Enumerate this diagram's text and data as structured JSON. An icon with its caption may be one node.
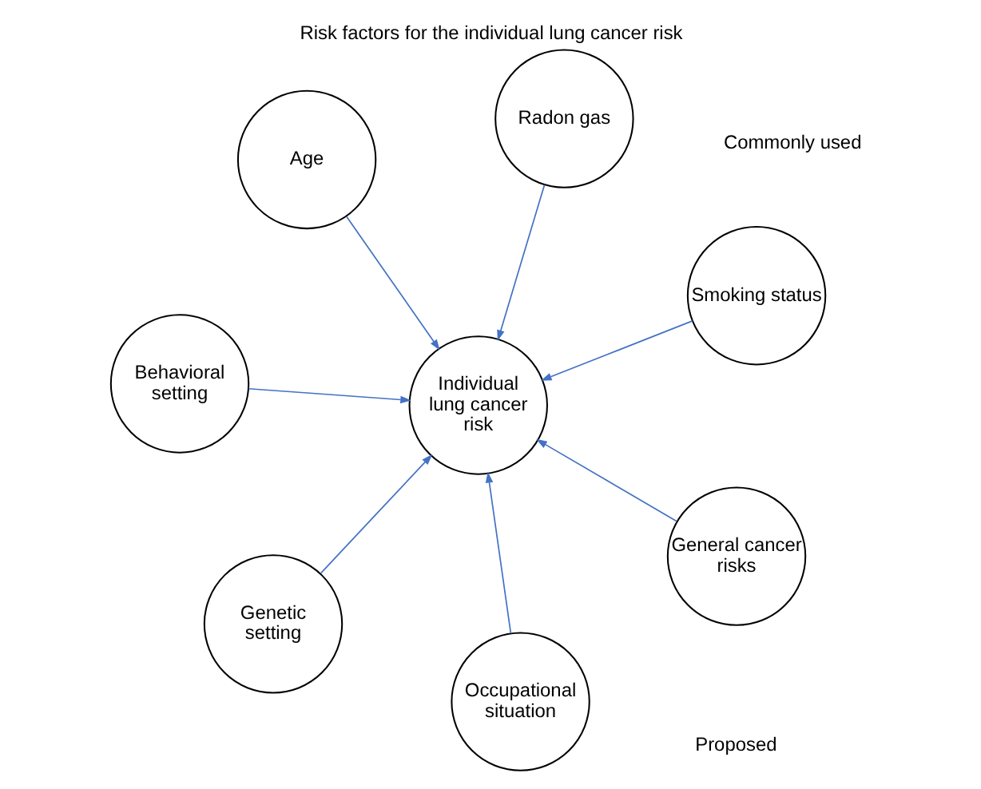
{
  "diagram": {
    "title": "Risk factors for the individual lung cancer risk",
    "nodes": [
      {
        "text": [
          "Age"
        ]
      },
      {
        "text": [
          "Smoking status"
        ]
      },
      {
        "text": [
          "Occupational situation"
        ]
      },
      {
        "text": [
          "Individual lung cancer risk"
        ]
      },
      {
        "text": [
          "Radon gas"
        ]
      },
      {
        "text": [
          "Behavioral setting"
        ]
      },
      {
        "text": [
          "Genetic setting"
        ]
      },
      {
        "text": [
          "General cancer risks"
        ]
      }
    ],
    "edges": [
      {
        "from": 0,
        "to": 3,
        "arrow": "to"
      },
      {
        "from": 1,
        "to": 3,
        "arrow": "to"
      },
      {
        "from": 2,
        "to": 3,
        "arrow": "to"
      },
      {
        "from": 4,
        "to": 3,
        "arrow": "to"
      },
      {
        "from": 5,
        "to": 3,
        "arrow": "to"
      },
      {
        "from": 6,
        "to": 3,
        "arrow": "to"
      },
      {
        "from": 7,
        "to": 3,
        "arrow": "to"
      }
    ],
    "labels": [
      "Commonly used",
      "Proposed"
    ]
  }
}
